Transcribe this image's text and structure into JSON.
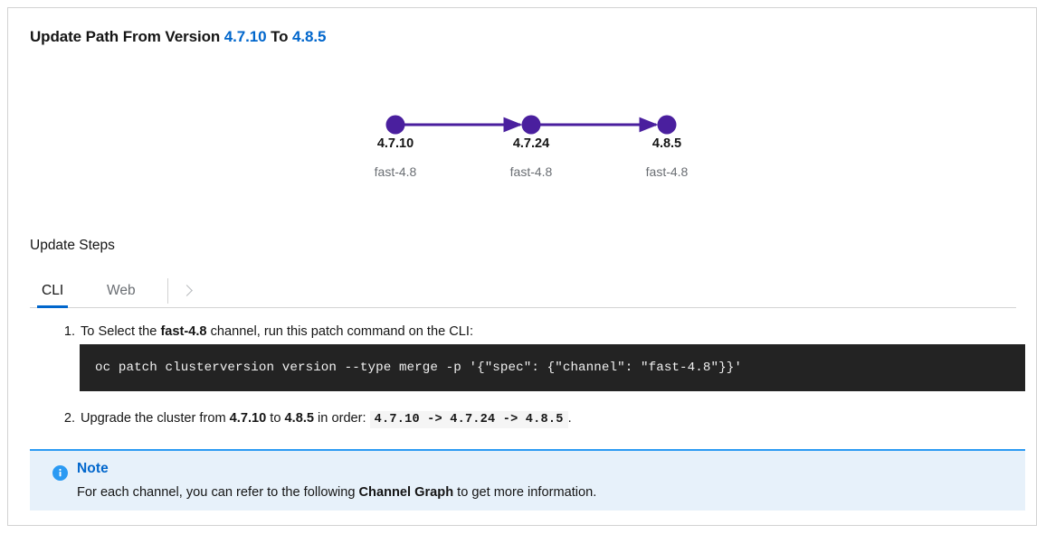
{
  "card": {
    "title": {
      "prefix": "Update Path From Version",
      "from_version": "4.7.10",
      "conjunction": "To",
      "to_version": "4.8.5"
    }
  },
  "graph": {
    "nodes": [
      {
        "version": "4.7.10",
        "channel": "fast-4.8"
      },
      {
        "version": "4.7.24",
        "channel": "fast-4.8"
      },
      {
        "version": "4.8.5",
        "channel": "fast-4.8"
      }
    ],
    "node_color": "#4a1f9e",
    "edge_color": "#4a1f9e"
  },
  "steps_section": {
    "heading": "Update Steps",
    "tabs": [
      {
        "id": "cli",
        "label": "CLI",
        "active": true
      },
      {
        "id": "web",
        "label": "Web",
        "active": false
      }
    ],
    "scroll_icon": "chevron-right-icon",
    "active_tab_color": "#0066cc",
    "steps": [
      {
        "number": "1.",
        "text_before": "To Select the ",
        "emphasis": "fast-4.8",
        "text_after": " channel, run this patch command on the CLI:"
      },
      {
        "number": "2.",
        "text_before": "Upgrade the cluster from ",
        "from_version": "4.7.10",
        "text_mid": " to ",
        "to_version": "4.8.5",
        "text_after": " in order: ",
        "order_code": "4.7.10 -> 4.7.24 -> 4.8.5",
        "text_end": "."
      }
    ],
    "command": "oc patch clusterversion version --type merge -p '{\"spec\": {\"channel\": \"fast-4.8\"}}'"
  },
  "note": {
    "icon": "info-circle-icon",
    "title": "Note",
    "body_before": "For each channel, you can refer to the following ",
    "body_emphasis": "Channel Graph",
    "body_after": " to get more information.",
    "accent_color": "#2b9af3",
    "background_color": "#e7f1fa"
  }
}
